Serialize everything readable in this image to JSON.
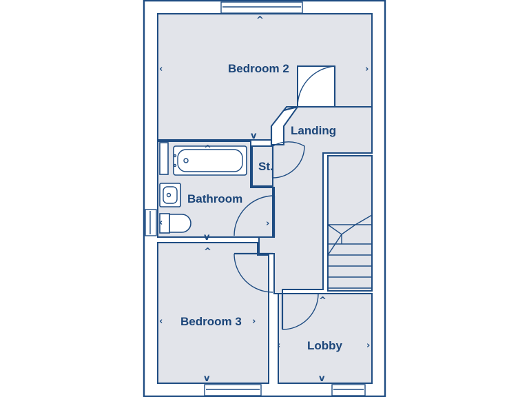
{
  "plan": {
    "rooms": {
      "bedroom2": "Bedroom 2",
      "landing": "Landing",
      "storage": "St.",
      "bathroom": "Bathroom",
      "bedroom3": "Bedroom 3",
      "lobby": "Lobby"
    },
    "colors": {
      "line": "#1e4c82",
      "fill": "#e2e4ea",
      "text": "#1b4579"
    }
  }
}
